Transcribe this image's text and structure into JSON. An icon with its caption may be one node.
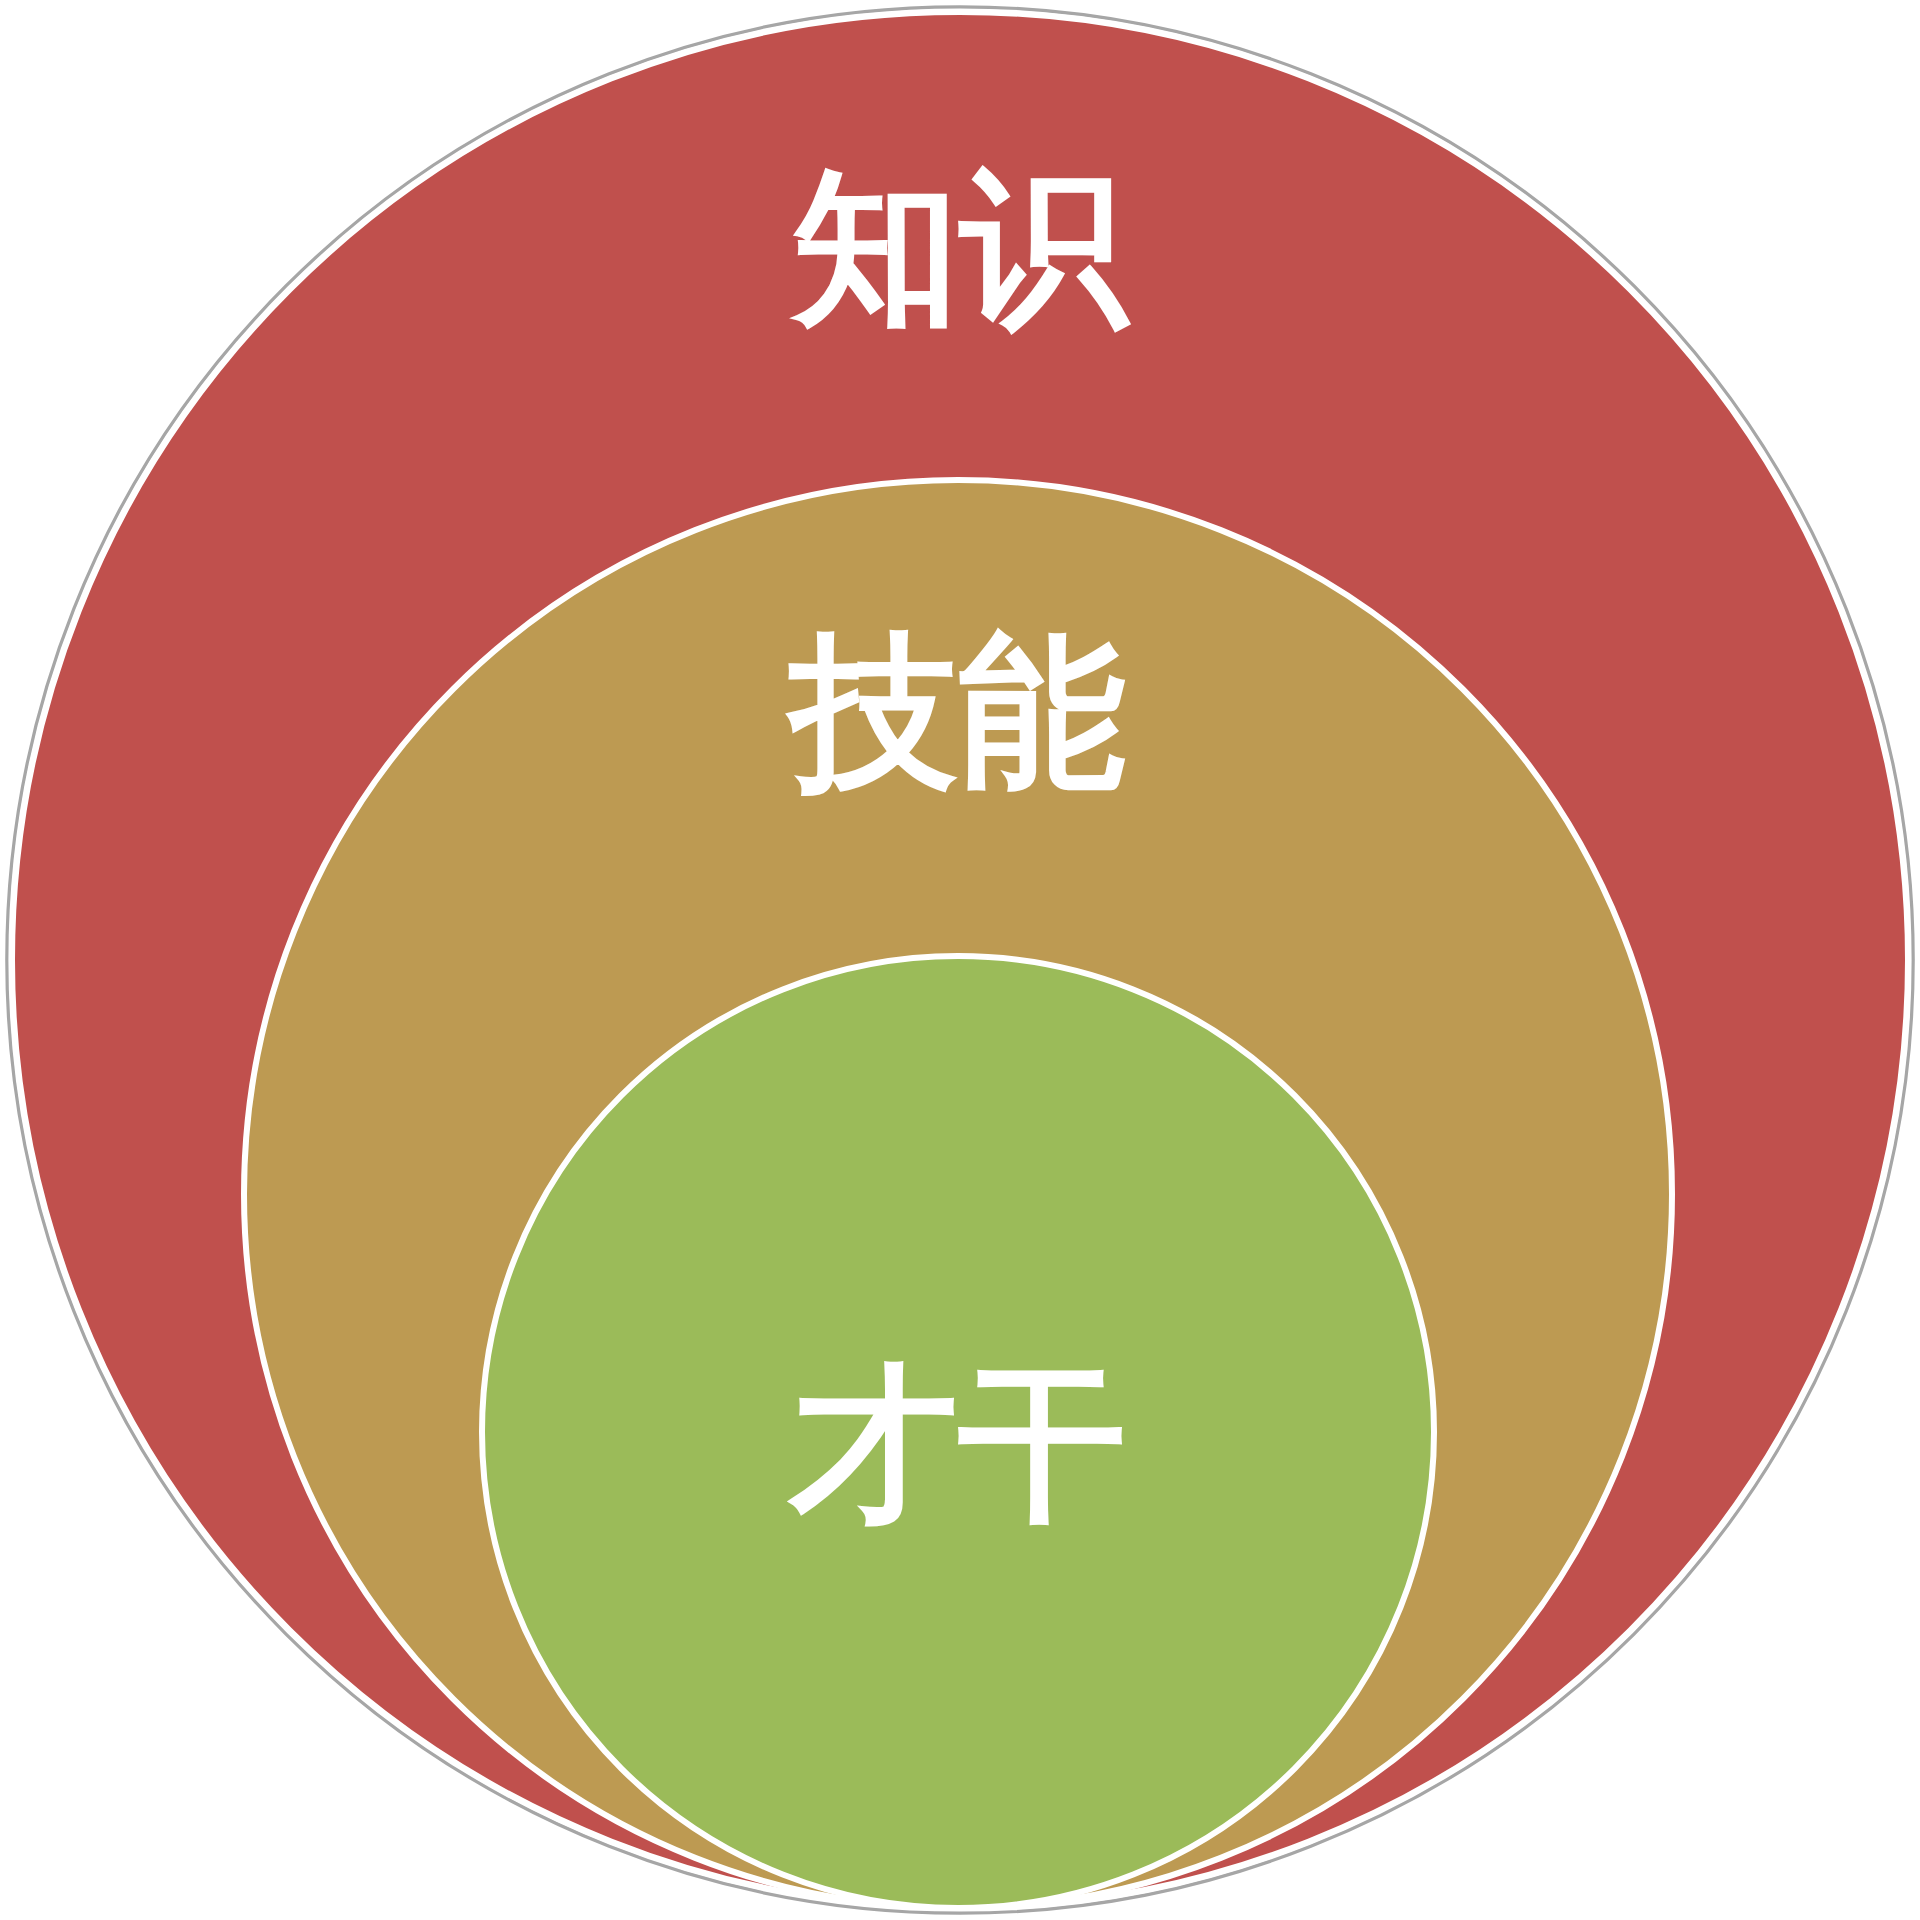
{
  "diagram": {
    "nodes": [
      {
        "text": [
          "知识"
        ]
      },
      {
        "text": [
          "技能"
        ],
        "in": 0
      },
      {
        "text": [
          "才干"
        ],
        "in": 1
      }
    ]
  }
}
